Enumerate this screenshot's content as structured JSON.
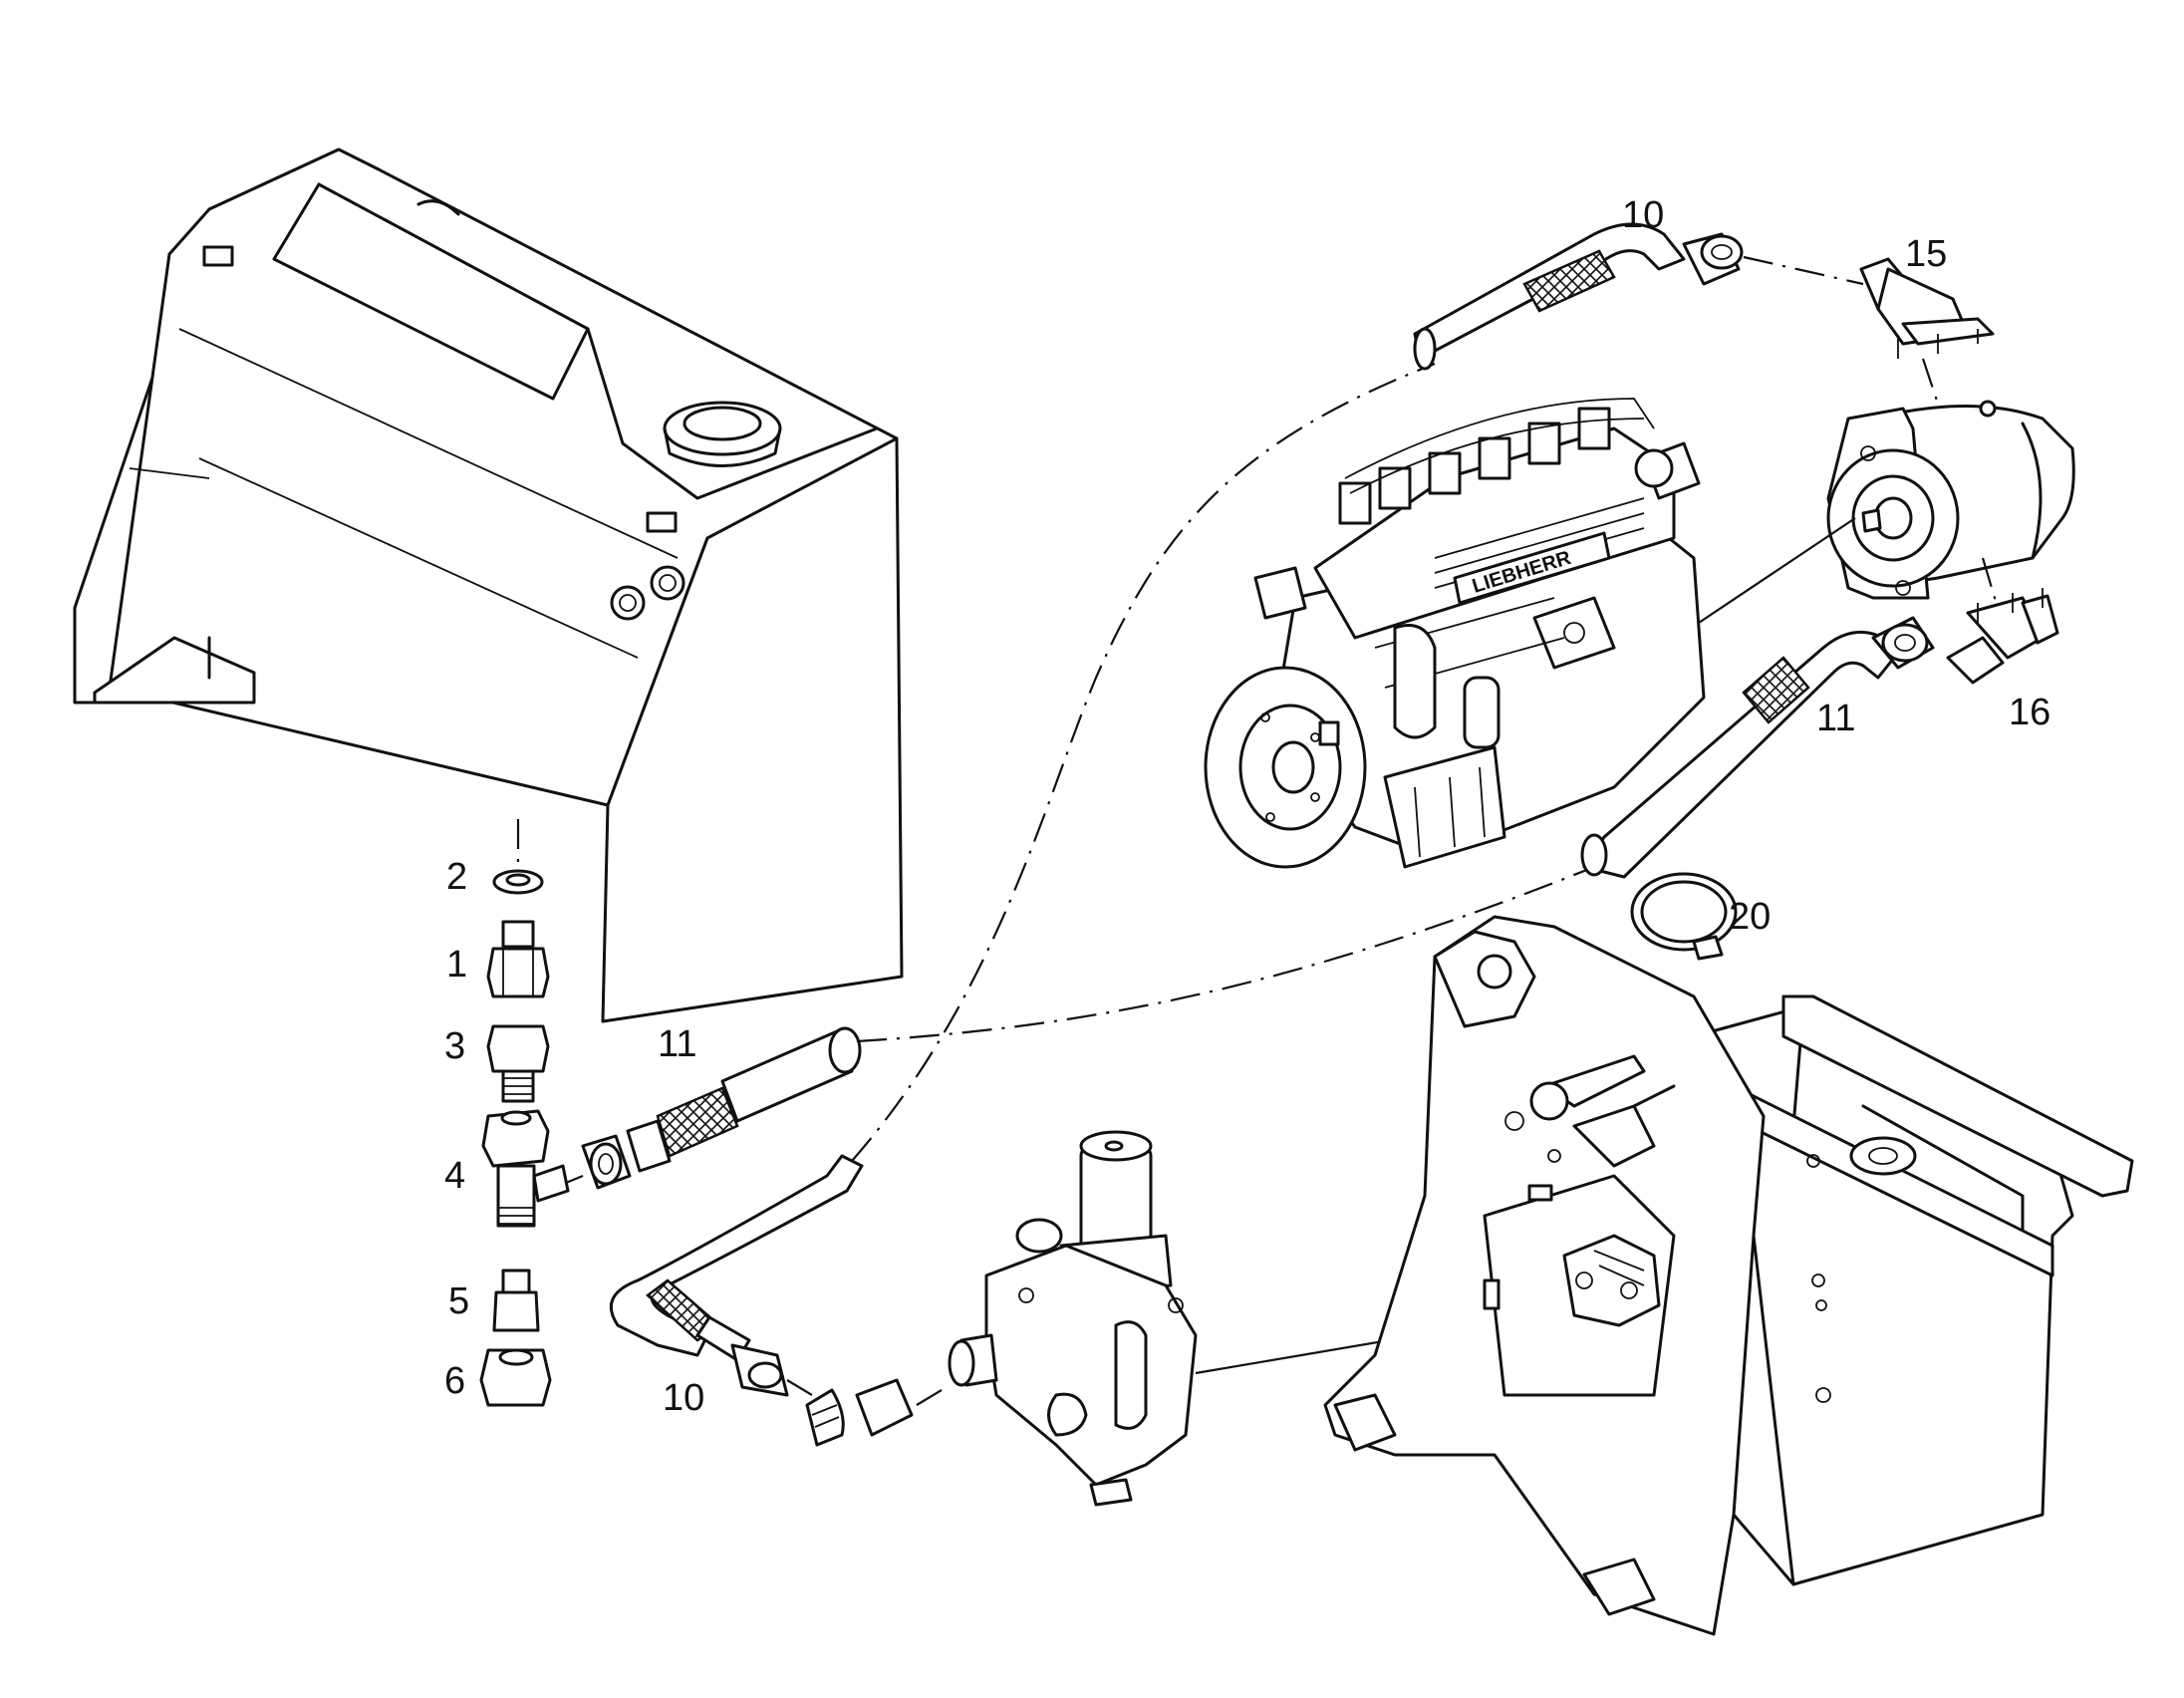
{
  "callouts": {
    "c1": "1",
    "c2": "2",
    "c3": "3",
    "c4": "4",
    "c5": "5",
    "c6": "6",
    "c10_top": "10",
    "c10_bottom": "10",
    "c11_upper": "11",
    "c11_lower": "11",
    "c15": "15",
    "c16": "16",
    "c20": "20"
  },
  "engine_badge": "LIEBHERR"
}
